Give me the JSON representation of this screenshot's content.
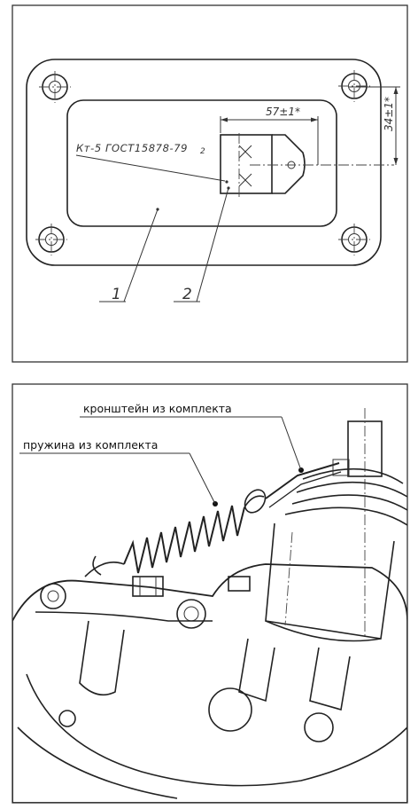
{
  "top_drawing": {
    "marking_text": "Кт-5 ГОСТ15878-79",
    "marking_ref": "2",
    "dim_horizontal": "57±1*",
    "dim_vertical": "34±1*",
    "callout_1": "1",
    "callout_2": "2"
  },
  "bottom_drawing": {
    "label_bracket": "кронштейн из комплекта",
    "label_spring": "пружина из комплекта"
  }
}
